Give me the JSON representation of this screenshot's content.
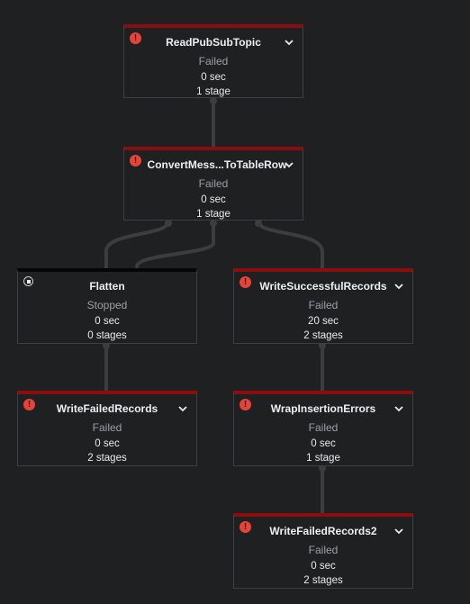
{
  "nodes": [
    {
      "id": "read_pubsub",
      "title": "ReadPubSubTopic",
      "status": "Failed",
      "duration": "0 sec",
      "stages": "1 stage",
      "icon": "error-icon",
      "has_chevron": true
    },
    {
      "id": "convert",
      "title": "ConvertMess...ToTableRow",
      "status": "Failed",
      "duration": "0 sec",
      "stages": "1 stage",
      "icon": "error-icon",
      "has_chevron": true
    },
    {
      "id": "flatten",
      "title": "Flatten",
      "status": "Stopped",
      "duration": "0 sec",
      "stages": "0 stages",
      "icon": "stop-icon",
      "has_chevron": false
    },
    {
      "id": "write_successful",
      "title": "WriteSuccessfulRecords",
      "status": "Failed",
      "duration": "20 sec",
      "stages": "2 stages",
      "icon": "error-icon",
      "has_chevron": true
    },
    {
      "id": "write_failed",
      "title": "WriteFailedRecords",
      "status": "Failed",
      "duration": "0 sec",
      "stages": "2 stages",
      "icon": "error-icon",
      "has_chevron": true
    },
    {
      "id": "wrap_insertion",
      "title": "WrapInsertionErrors",
      "status": "Failed",
      "duration": "0 sec",
      "stages": "1 stage",
      "icon": "error-icon",
      "has_chevron": true
    },
    {
      "id": "write_failed2",
      "title": "WriteFailedRecords2",
      "status": "Failed",
      "duration": "0 sec",
      "stages": "2 stages",
      "icon": "error-icon",
      "has_chevron": true
    }
  ],
  "colors": {
    "failed_bar": "#8b0d0d",
    "stopped_bar": "#060606",
    "error_icon": "#ea4335",
    "edge": "#3c3d3e",
    "background": "#1f2021"
  }
}
